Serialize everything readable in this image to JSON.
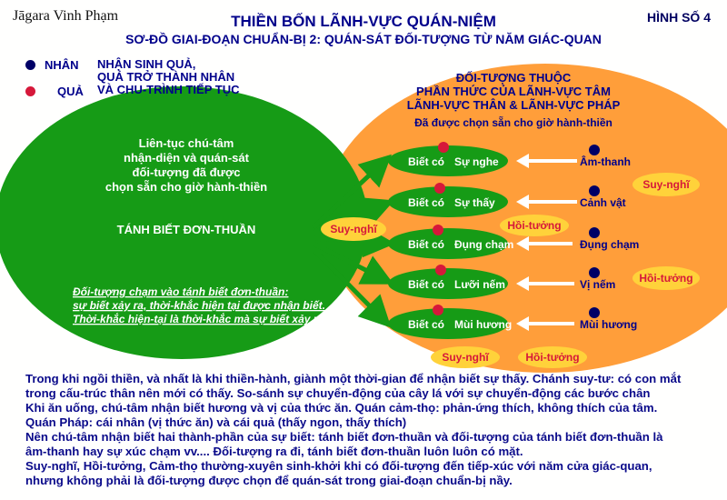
{
  "header": {
    "author": "Jāgara Vinh Phạm",
    "title": "THIỀN BỐN LÃNH-VỰC QUÁN-NIỆM",
    "subtitle": "SƠ-ĐỒ GIAI-ĐOẠN CHUẨN-BỊ 2: QUÁN-SÁT ĐỐI-TƯỢNG TỪ NĂM GIÁC-QUAN",
    "figure_number": "HÌNH SỐ 4"
  },
  "legend": {
    "cause_label": "NHÂN",
    "effect_label": "QUẢ",
    "description_lines": [
      "NHẬN SINH QUẢ,",
      "QUẢ TRỞ THÀNH NHÂN",
      "VÀ CHU-TRÌNH TIẾP TỤC"
    ],
    "cause_color": "#000066",
    "effect_color": "#d6183a"
  },
  "green_ellipse": {
    "focus_lines": [
      "Liên-tục chú-tâm",
      "nhận-diện và quán-sát",
      "đối-tượng đã được",
      "chọn sẵn cho giờ hành-thiền"
    ],
    "pure_awareness": "TÁNH BIẾT ĐƠN-THUẦN",
    "contact_lines": [
      "Đối-tượng chạm vào tánh biết đơn-thuần:",
      "sự biết xảy ra, thời-khắc hiện tại được nhận biết.",
      "Thời-khắc hiện-tại là thời-khắc mà sự biết xảy ra"
    ],
    "color": "#169b16"
  },
  "orange_ellipse": {
    "heading_lines": [
      "ĐỐI-TƯỢNG THUỘC",
      "PHẦN THỨC CỦA LÃNH-VỰC TÂM",
      "LÃNH-VỰC THÂN & LÃNH-VỰC PHÁP"
    ],
    "note": "Đã được chọn sẵn cho giờ hành-thiền",
    "color": "#ff9e3a"
  },
  "senses": [
    {
      "knowing": "Biết có",
      "sense": "Sự nghe",
      "object": "Âm-thanh"
    },
    {
      "knowing": "Biết có",
      "sense": "Sự thấy",
      "object": "Cảnh vật"
    },
    {
      "knowing": "Biết có",
      "sense": "Đụng chạm",
      "object": "Đụng chạm"
    },
    {
      "knowing": "Biết có",
      "sense": "Lưỡi nếm",
      "object": "Vị nếm"
    },
    {
      "knowing": "Biết có",
      "sense": "Mùi hương",
      "object": "Mùi hương"
    }
  ],
  "mental_tags": {
    "suy_nghi_right": "Suy-nghĩ",
    "suy_nghi_left": "Suy-nghĩ",
    "hoi_tuong_mid": "Hồi-tưởng",
    "hoi_tuong_right": "Hồi-tưởng",
    "suy_nghi_bottom": "Suy-nghĩ",
    "hoi_tuong_bottom": "Hồi-tưởng",
    "tag_color": "#ffd23a"
  },
  "body_text": [
    "Trong khi ngồi thiền, và nhất là khi thiền-hành, giành một thời-gian để nhận biết sự thấy. Chánh suy-tư: có con mắt",
    "trong cấu-trúc thân nên mới có thấy. So-sánh sự chuyển-động của cây lá với sự chuyển-động các bước chân",
    "Khi ăn uống, chú-tâm nhận biết hương và vị của thức ăn. Quán cảm-thọ: phản-ứng thích, không thích của tâm.",
    "Quán Pháp: cái nhân (vị thức ăn) và cái quả (thấy ngon, thấy thích)",
    "Nên chú-tâm nhận biết hai thành-phần của sự biết: tánh biết đơn-thuần và đối-tượng của tánh biết đơn-thuần là",
    "âm-thanh hay sự xúc chạm vv.... Đối-tượng ra đi, tánh biết đơn-thuần luôn luôn có mặt.",
    "Suy-nghĩ, Hồi-tưởng, Cảm-thọ thường-xuyên sinh-khởi khi có đối-tượng đến tiếp-xúc với năm cửa giác-quan,",
    "nhưng không phải là đối-tượng được chọn để quán-sát trong giai-đoạn chuẩn-bị nầy."
  ]
}
